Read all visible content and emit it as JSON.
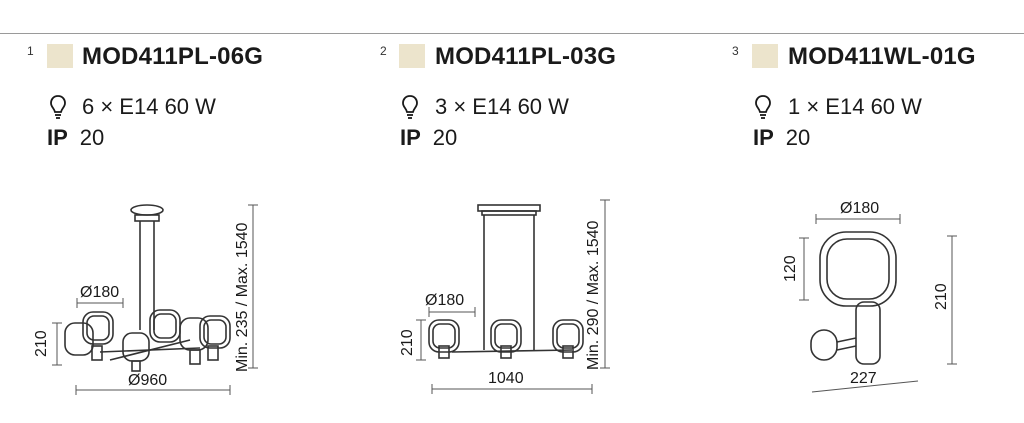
{
  "items": [
    {
      "num": "1",
      "model": "MOD411PL-06G",
      "bulb_spec": "6 × E14 60 W",
      "ip_label": "IP",
      "ip_value": "20",
      "dims": {
        "diameter_shade": "Ø180",
        "height_shade": "210",
        "diameter_total": "Ø960",
        "cable_length": "Min. 235 / Max. 1540"
      }
    },
    {
      "num": "2",
      "model": "MOD411PL-03G",
      "bulb_spec": "3 × E14 60 W",
      "ip_label": "IP",
      "ip_value": "20",
      "dims": {
        "diameter_shade": "Ø180",
        "height_shade": "210",
        "length_total": "1040",
        "cable_length": "Min. 290 / Max. 1540"
      }
    },
    {
      "num": "3",
      "model": "MOD411WL-01G",
      "bulb_spec": "1 × E14 60 W",
      "ip_label": "IP",
      "ip_value": "20",
      "dims": {
        "diameter_shade": "Ø180",
        "height_ring": "120",
        "height_total": "210",
        "depth": "227"
      }
    }
  ],
  "colors": {
    "swatch": "#ece4cc",
    "line": "#9a9a9a",
    "text": "#1a1a1a"
  }
}
